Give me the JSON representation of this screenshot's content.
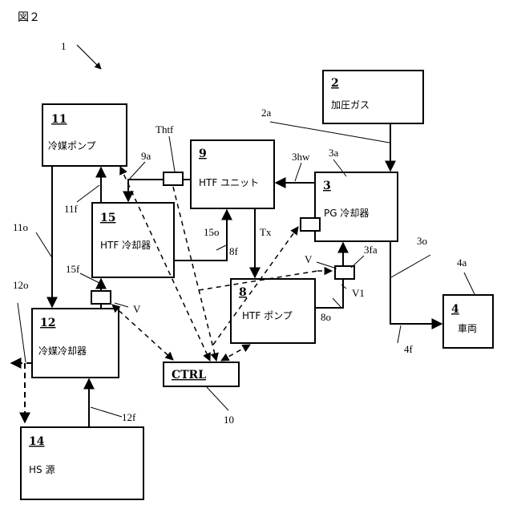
{
  "figure_label": "図２",
  "system_ref": "1",
  "boxes": {
    "b2": {
      "num": "2",
      "label": "加圧ガス"
    },
    "b3": {
      "num": "3",
      "label": "PG 冷却器"
    },
    "b4": {
      "num": "4",
      "label": "車両"
    },
    "b8": {
      "num": "8",
      "label": "HTF ポンプ"
    },
    "b9": {
      "num": "9",
      "label": "HTF ユニット"
    },
    "b10": {
      "num": "CTRL",
      "label": ""
    },
    "b11": {
      "num": "11",
      "label": "冷媒ポンプ"
    },
    "b12": {
      "num": "12",
      "label": "冷媒冷却器"
    },
    "b14": {
      "num": "14",
      "label": "HS 源"
    },
    "b15": {
      "num": "15",
      "label": "HTF 冷却器"
    }
  },
  "refs": {
    "r2a": "2a",
    "r3a": "3a",
    "r3hw": "3hw",
    "r3fa": "3fa",
    "r3o": "3o",
    "r4a": "4a",
    "r4f": "4f",
    "r8o": "8o",
    "r8f": "8f",
    "r9a": "9a",
    "r10": "10",
    "r11f": "11f",
    "r11o": "11o",
    "r12o": "12o",
    "r12f": "12f",
    "r15o": "15o",
    "r15f": "15f",
    "rThtf": "Thtf",
    "rTx": "Tx",
    "rV1": "V",
    "rV2": "V",
    "rV1b": "V1"
  }
}
